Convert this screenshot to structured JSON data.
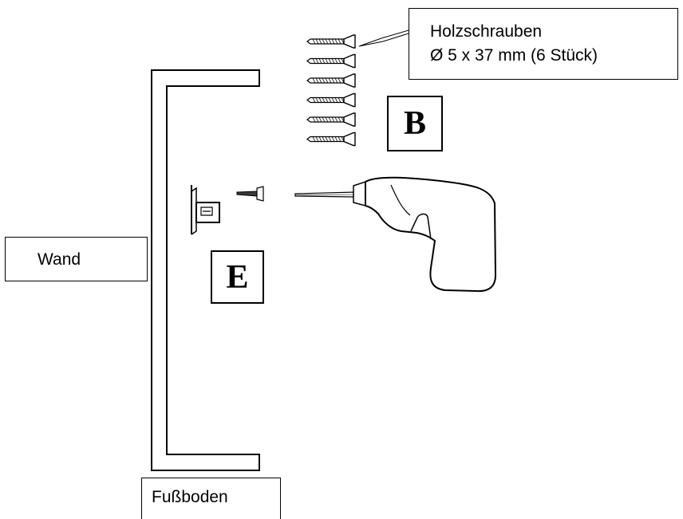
{
  "labels": {
    "screws_line1": "Holzschrauben",
    "screws_line2": "Ø 5 x 37 mm (6 Stück)",
    "wall": "Wand",
    "floor": "Fußboden"
  },
  "parts": {
    "screws_letter": "B",
    "bracket_letter": "E"
  },
  "screw_count": 6
}
